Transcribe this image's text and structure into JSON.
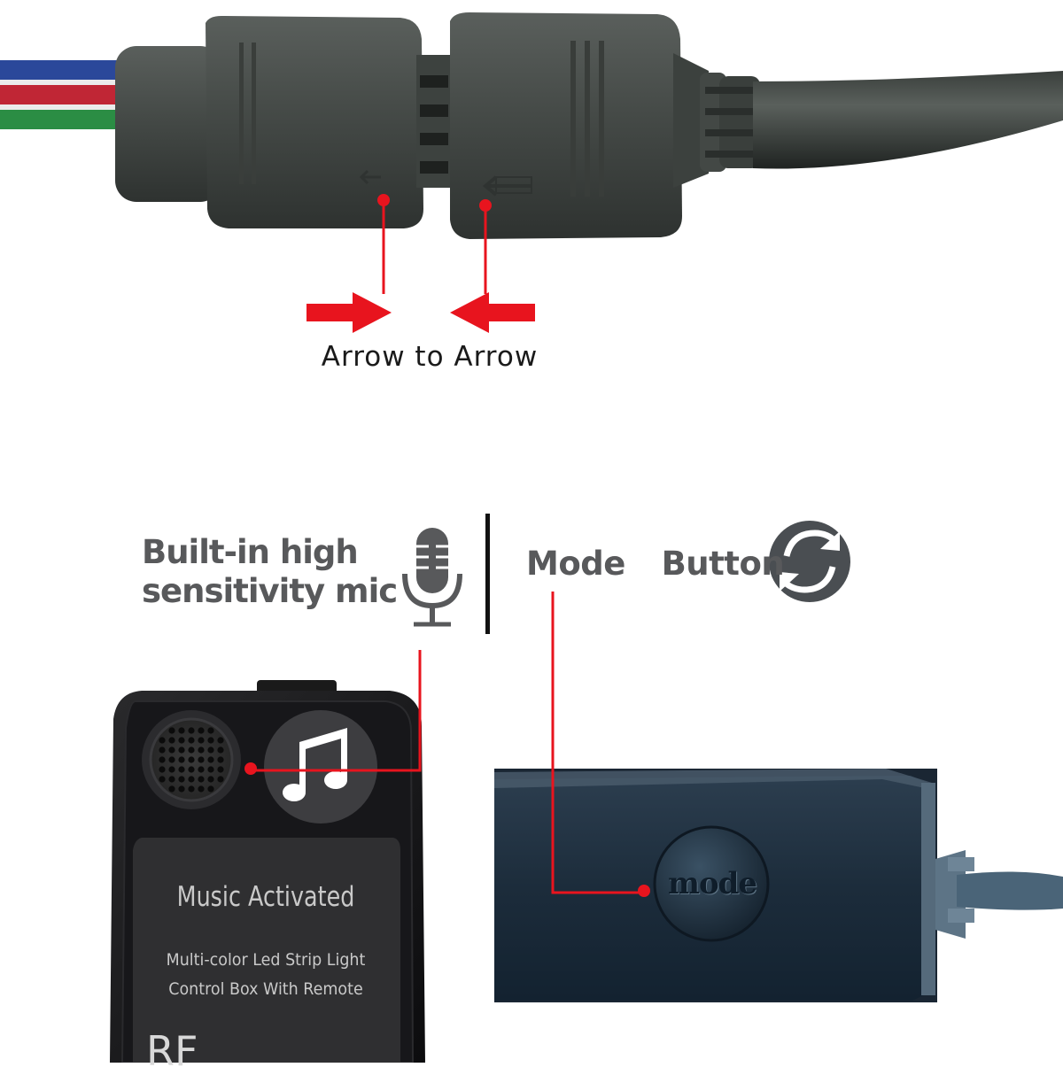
{
  "connector": {
    "caption": "Arrow to Arrow",
    "wire_colors": [
      "#2f4fa8",
      "#d12a3a",
      "#2f9a4a"
    ],
    "plug_color": "#4a4f4c",
    "pointer_color": "#e8141e"
  },
  "callouts": {
    "mic_line1": "Built-in high",
    "mic_line2": "sensitivity mic",
    "mode_label": "Mode  Button",
    "text_color": "#58595b"
  },
  "control_box": {
    "title": "Music Activated",
    "subtitle_line1": "Multi-color Led Strip Light",
    "subtitle_line2": "Control Box With Remote",
    "bottom_text": "RF",
    "button_text": "mode"
  },
  "icons": {
    "microphone": "microphone-icon",
    "mode": "refresh-icon",
    "music": "music-note-icon"
  }
}
